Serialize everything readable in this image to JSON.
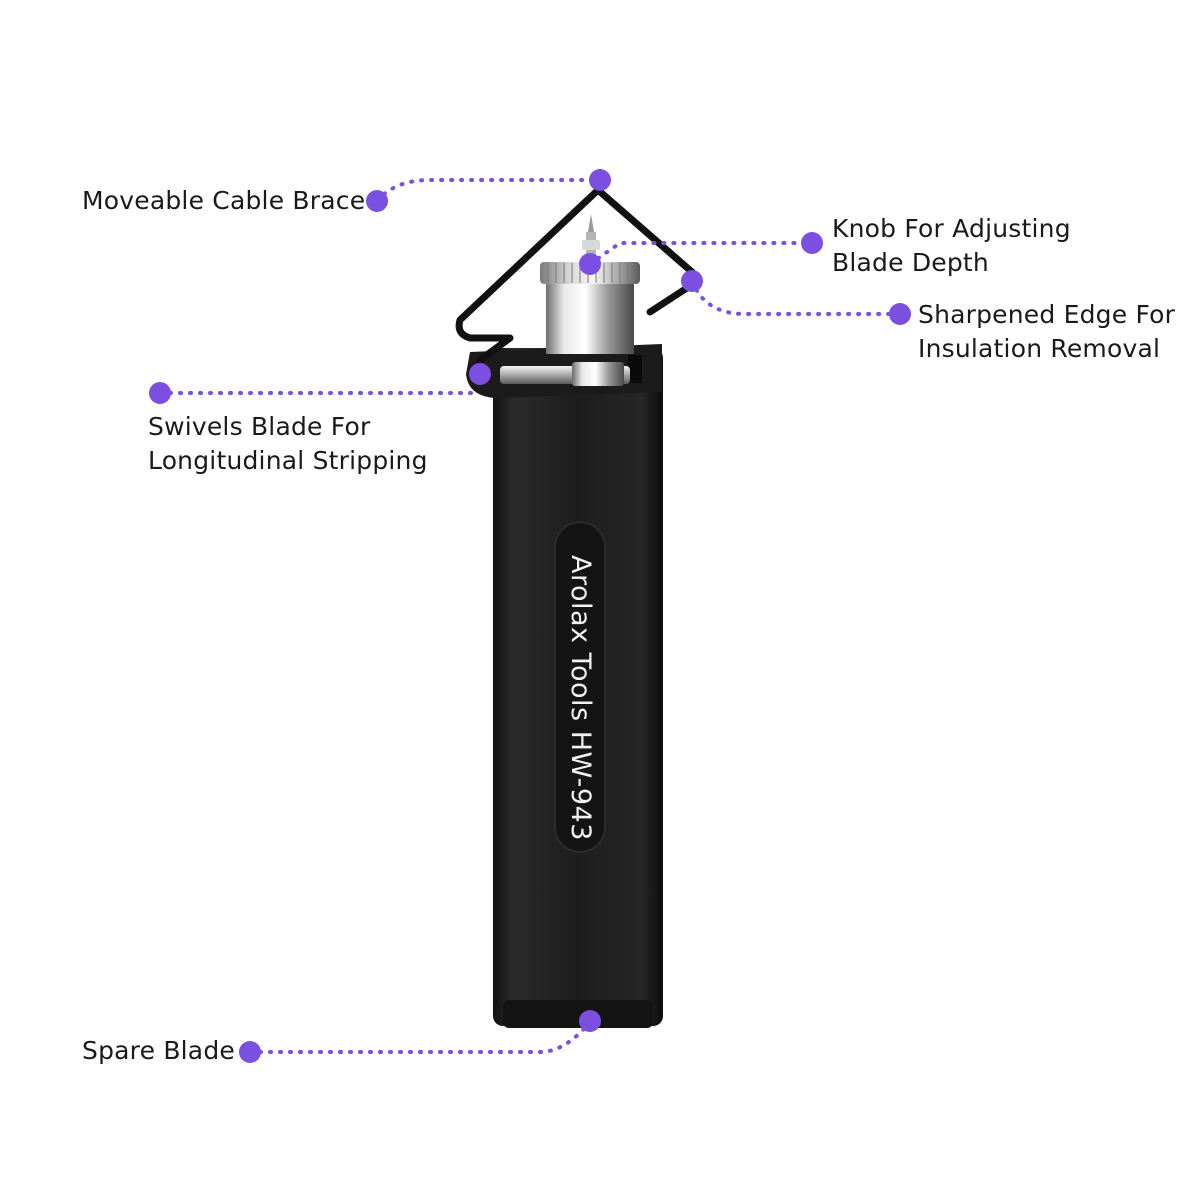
{
  "accent_color": "#7b4fe0",
  "product": {
    "engraving": "Arolax Tools HW-943"
  },
  "callouts": [
    {
      "id": "cable-brace",
      "lines": [
        "Moveable Cable Brace"
      ]
    },
    {
      "id": "blade-depth-knob",
      "lines": [
        "Knob For Adjusting",
        "Blade Depth"
      ]
    },
    {
      "id": "sharpened-edge",
      "lines": [
        "Sharpened Edge For",
        "Insulation Removal"
      ]
    },
    {
      "id": "swivel-blade",
      "lines": [
        "Swivels Blade For",
        "Longitudinal Stripping"
      ]
    },
    {
      "id": "spare-blade",
      "lines": [
        "Spare Blade"
      ]
    }
  ]
}
